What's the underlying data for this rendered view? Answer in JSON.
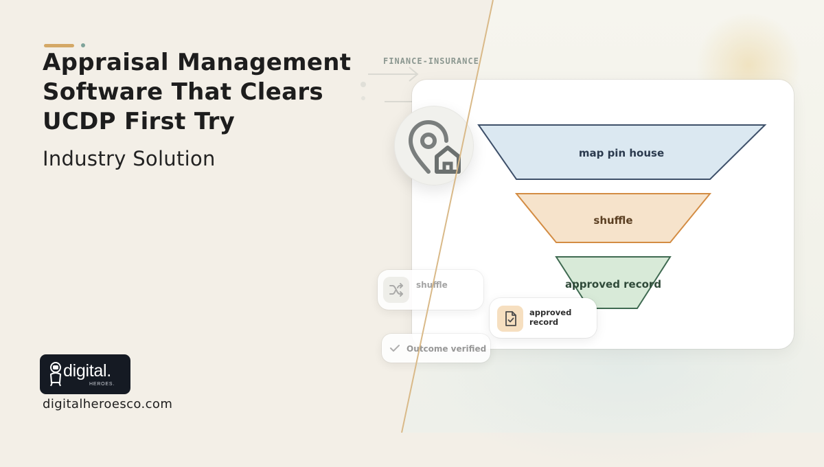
{
  "headline": {
    "title": "Appraisal Management Software That Clears UCDP First Try",
    "subtitle": "Industry Solution"
  },
  "brand": {
    "logo_main": "digital.",
    "logo_sub": "HEROES.",
    "website": "digitalheroesco.com"
  },
  "illustration": {
    "eyebrow": "FINANCE-INSURANCE",
    "hero_icon": "map-pin-house-icon",
    "funnel": [
      {
        "label": "map pin house",
        "fill": "#dbe8f1",
        "stroke": "#3d4f69"
      },
      {
        "label": "shuffle",
        "fill": "#f6e3cb",
        "stroke": "#d38c43"
      },
      {
        "label": "approved record",
        "fill": "#d8ead8",
        "stroke": "#3f6a51"
      }
    ],
    "chips": {
      "shuffle": {
        "label": "shuffle",
        "icon": "shuffle-icon"
      },
      "record": {
        "label": "approved record",
        "icon": "file-check-icon"
      },
      "verified": {
        "label": "Outcome verified",
        "icon": "check-icon"
      }
    }
  },
  "colors": {
    "accent_gold": "#d4a866",
    "accent_teal": "#7fa39a",
    "divider": "#d9b988",
    "ink": "#1d1d1d"
  }
}
